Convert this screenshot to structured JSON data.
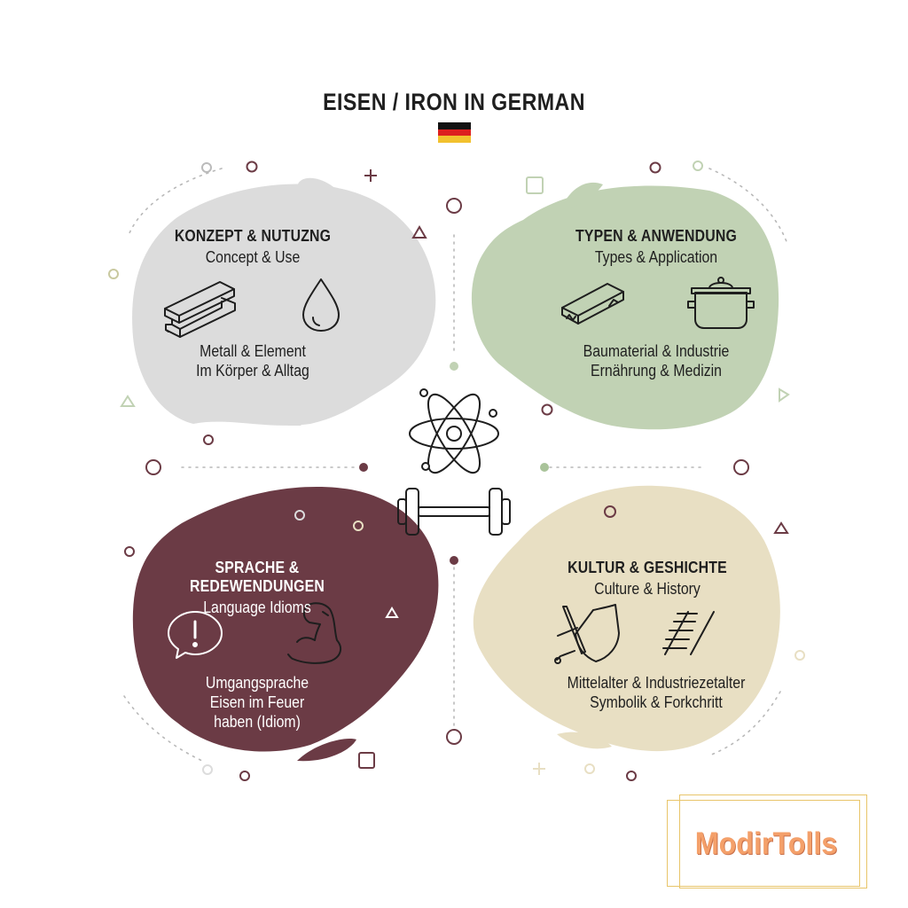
{
  "title": "EISEN / IRON IN GERMAN",
  "flag": {
    "colors": [
      "#111111",
      "#dd1f1f",
      "#f2c12e"
    ]
  },
  "palette": {
    "grey": "#dcdcdc",
    "green": "#c1d2b4",
    "maroon": "#6b3b45",
    "beige": "#e8dfc3",
    "accent_dot": "#6b3b45",
    "accent_green": "#a9c39a"
  },
  "quadrants": [
    {
      "id": "concept",
      "heading": "KONZEPT & NUTUZNG",
      "subheading": "Concept & Use",
      "lines": [
        "Metall & Element",
        "Im Körper & Alltag"
      ],
      "icons": [
        "iron-beam-icon",
        "water-drop-icon"
      ]
    },
    {
      "id": "types",
      "heading": "TYPEN & ANWENDUNG",
      "subheading": "Types & Application",
      "lines": [
        "Baumaterial & Industrie",
        "Ernährung & Medizin"
      ],
      "icons": [
        "metal-bar-icon",
        "cooking-pot-icon"
      ]
    },
    {
      "id": "language",
      "heading": "SPRACHE & REDEWENDUNGEN",
      "subheading": "Language Idioms",
      "lines": [
        "Umgangsprache",
        "Eisen im Feuer",
        "haben (Idiom)"
      ],
      "icons": [
        "speech-bubble-exclamation-icon",
        "flexed-arm-icon"
      ]
    },
    {
      "id": "culture",
      "heading": "KULTUR & GESHICHTE",
      "subheading": "Culture & History",
      "lines": [
        "Mittelalter & Industriezetalter",
        "Symbolik & Forkchritt"
      ],
      "icons": [
        "sword-shield-icon",
        "railway-track-icon"
      ]
    }
  ],
  "center_icons": [
    "atom-icon",
    "dumbbell-icon"
  ],
  "watermark": "ModirTolls"
}
